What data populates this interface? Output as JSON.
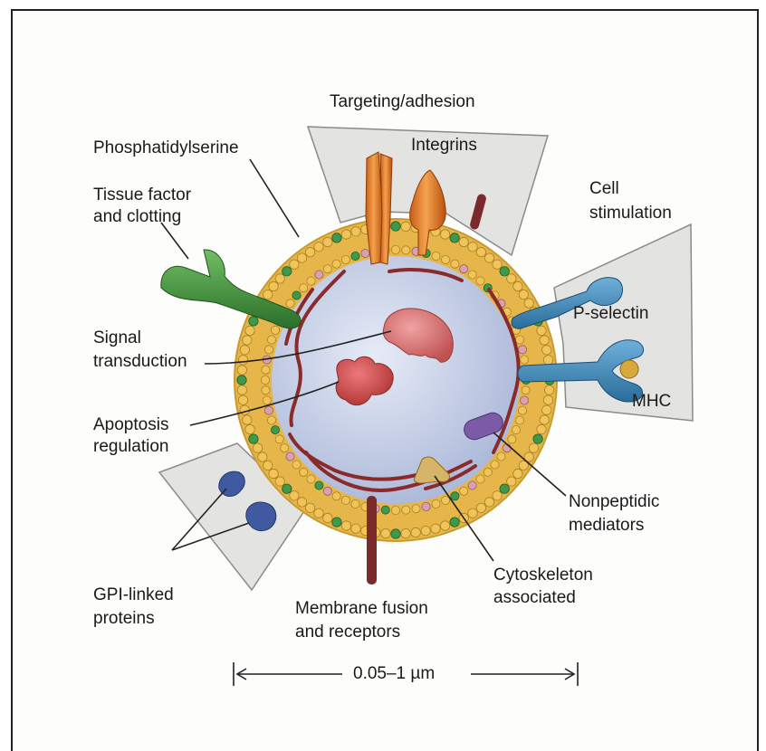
{
  "labels": {
    "targeting": "Targeting/adhesion",
    "integrins": "Integrins",
    "phosphatidylserine": "Phosphatidylserine",
    "tissue_factor": [
      "Tissue factor",
      "and clotting"
    ],
    "cell_stimulation": [
      "Cell",
      "stimulation"
    ],
    "p_selectin": "P-selectin",
    "mhc": "MHC",
    "signal_transduction": [
      "Signal",
      "transduction"
    ],
    "apoptosis": [
      "Apoptosis",
      "regulation"
    ],
    "nonpeptidic": [
      "Nonpeptidic",
      "mediators"
    ],
    "cytoskeleton": [
      "Cytoskeleton",
      "associated"
    ],
    "gpi": [
      "GPI-linked",
      "proteins"
    ],
    "membrane_fusion": [
      "Membrane fusion",
      "and receptors"
    ],
    "scale": "0.05–1 µm"
  },
  "colors": {
    "membrane_yellow": "#e9b84a",
    "lumen": "#c9d3ea",
    "sector_gray": "#e2e2e0",
    "integrin_orange": "#e07a2a",
    "clotting_green": "#3e8f3c",
    "selectin_blue": "#3c86b8",
    "signal_red": "#d46a6a",
    "apoptosis_red": "#c94848",
    "nonpeptidic_purple": "#7b5aa8",
    "cytoskeleton_tan": "#c8a35a",
    "gpi_blue": "#3f5aa0",
    "fusion_maroon": "#7a2a2a"
  }
}
